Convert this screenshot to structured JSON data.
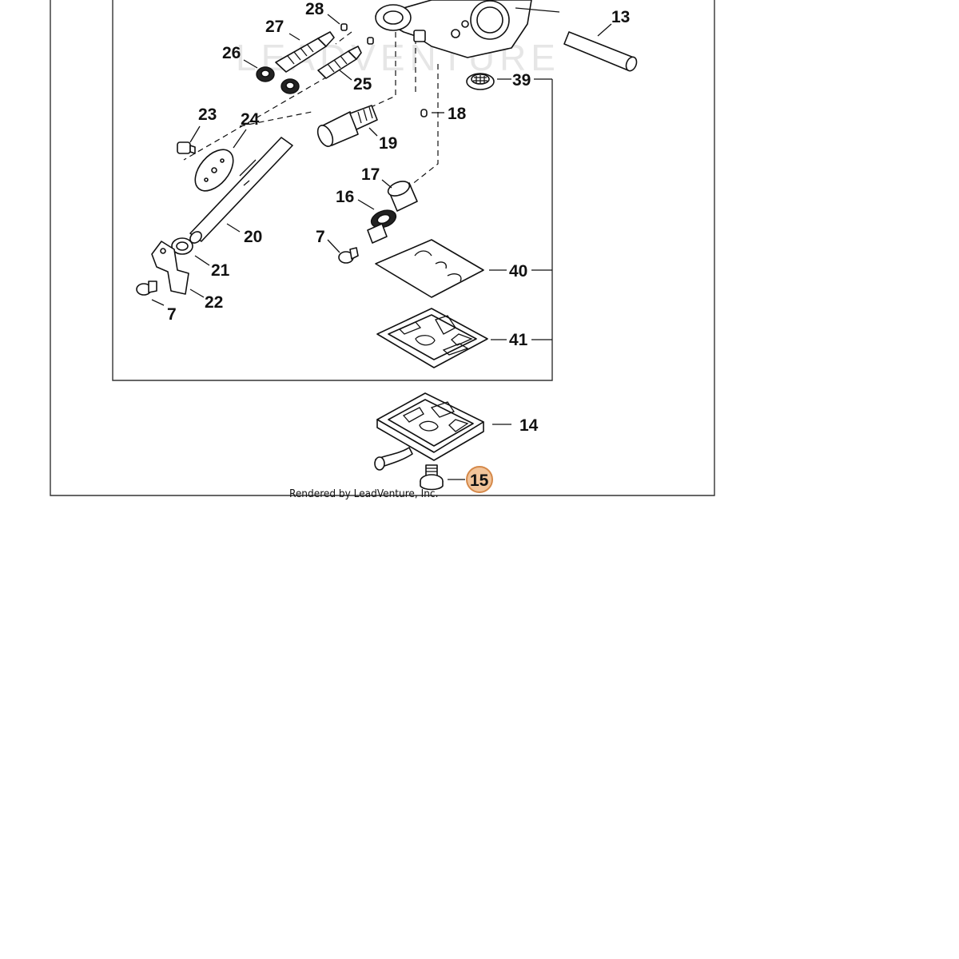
{
  "diagram": {
    "watermark": "LEADVENTURE",
    "credit": "Rendered by LeadVenture, Inc.",
    "highlight_color": "#f2c49a",
    "callouts": [
      {
        "id": "28",
        "label": "28"
      },
      {
        "id": "27",
        "label": "27"
      },
      {
        "id": "26",
        "label": "26"
      },
      {
        "id": "25",
        "label": "25"
      },
      {
        "id": "13",
        "label": "13"
      },
      {
        "id": "39",
        "label": "39"
      },
      {
        "id": "23",
        "label": "23"
      },
      {
        "id": "24",
        "label": "24"
      },
      {
        "id": "18",
        "label": "18"
      },
      {
        "id": "19",
        "label": "19"
      },
      {
        "id": "17",
        "label": "17"
      },
      {
        "id": "16",
        "label": "16"
      },
      {
        "id": "20",
        "label": "20"
      },
      {
        "id": "7a",
        "label": "7"
      },
      {
        "id": "40",
        "label": "40"
      },
      {
        "id": "21",
        "label": "21"
      },
      {
        "id": "22",
        "label": "22"
      },
      {
        "id": "7b",
        "label": "7"
      },
      {
        "id": "41",
        "label": "41"
      },
      {
        "id": "14",
        "label": "14"
      },
      {
        "id": "15",
        "label": "15",
        "highlighted": true
      }
    ]
  }
}
